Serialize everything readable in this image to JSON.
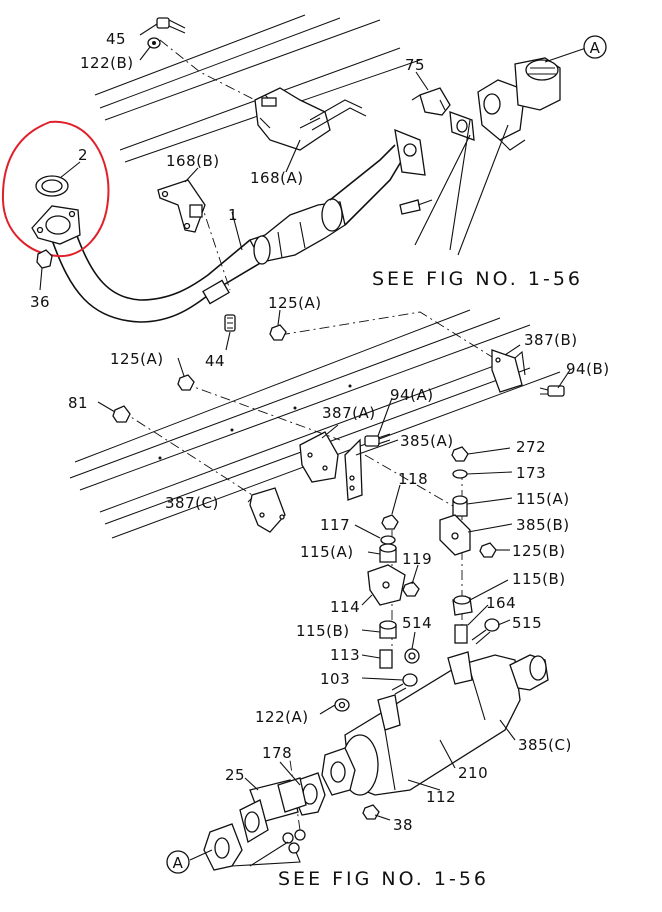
{
  "labels": {
    "l45": "45",
    "l122b": "122(B)",
    "l75": "75",
    "lA_top": "A",
    "l2": "2",
    "l168b": "168(B)",
    "l168a": "168(A)",
    "l1": "1",
    "see_fig_1": "SEE FIG NO. 1-56",
    "l36": "36",
    "l125a_1": "125(A)",
    "l44": "44",
    "l387b": "387(B)",
    "l94b": "94(B)",
    "l125a_2": "125(A)",
    "l81": "81",
    "l94a": "94(A)",
    "l387a": "387(A)",
    "l385a": "385(A)",
    "l272": "272",
    "l173": "173",
    "l118": "118",
    "l115a_1": "115(A)",
    "l387c": "387(C)",
    "l385b": "385(B)",
    "l117": "117",
    "l115a_2": "115(A)",
    "l125b": "125(B)",
    "l119": "119",
    "l115b_1": "115(B)",
    "l114": "114",
    "l164": "164",
    "l115b_2": "115(B)",
    "l514": "514",
    "l515": "515",
    "l113": "113",
    "l103": "103",
    "l122a": "122(A)",
    "l385c": "385(C)",
    "l178": "178",
    "l25": "25",
    "l210": "210",
    "l112": "112",
    "l38": "38",
    "lA_bottom": "A",
    "see_fig_2": "SEE FIG NO. 1-56"
  },
  "colors": {
    "highlight": "#e0202a",
    "ink": "#111111"
  }
}
